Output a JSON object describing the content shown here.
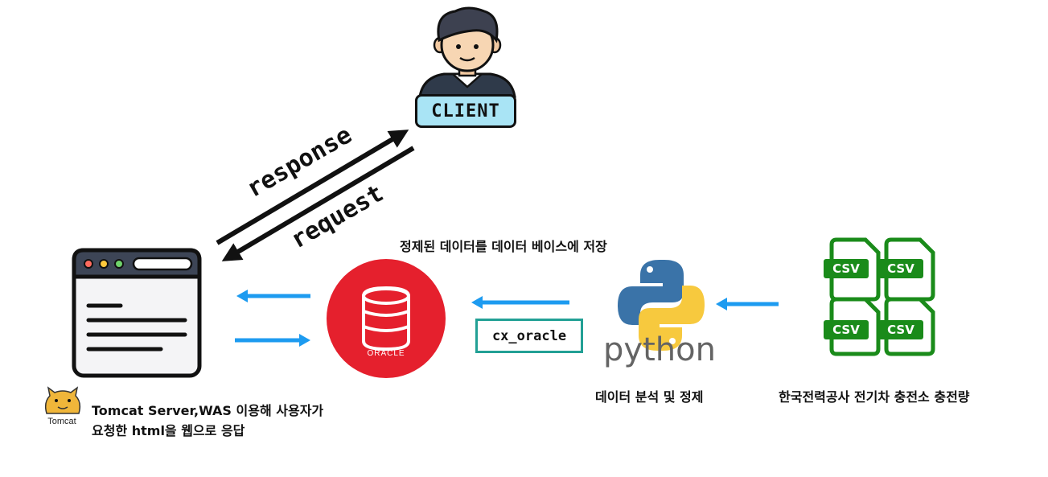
{
  "client": {
    "badge_label": "CLIENT"
  },
  "arrows": {
    "response_label": "response",
    "request_label": "request"
  },
  "database": {
    "caption": "정제된 데이터를 데이터 베이스에 저장",
    "brand": "ORACLE"
  },
  "connector": {
    "label": "cx_oracle"
  },
  "python": {
    "word": "python",
    "caption": "데이터 분석 및 정제"
  },
  "csv_source": {
    "file_label": "CSV",
    "caption": "한국전력공사 전기차 충전소 충전량"
  },
  "tomcat": {
    "logo_word": "Tomcat",
    "caption_line1": "Tomcat Server,WAS 이용해 사용자가",
    "caption_line2": "요청한 html을 웹으로 응답"
  },
  "colors": {
    "arrow_blue": "#1d9bf0",
    "oracle_red": "#e5202d",
    "csv_green": "#1a8b1a",
    "cx_border": "#22a095",
    "client_badge": "#a9e4f5",
    "python_blue": "#3a73a8",
    "python_yellow": "#f7c93e"
  }
}
